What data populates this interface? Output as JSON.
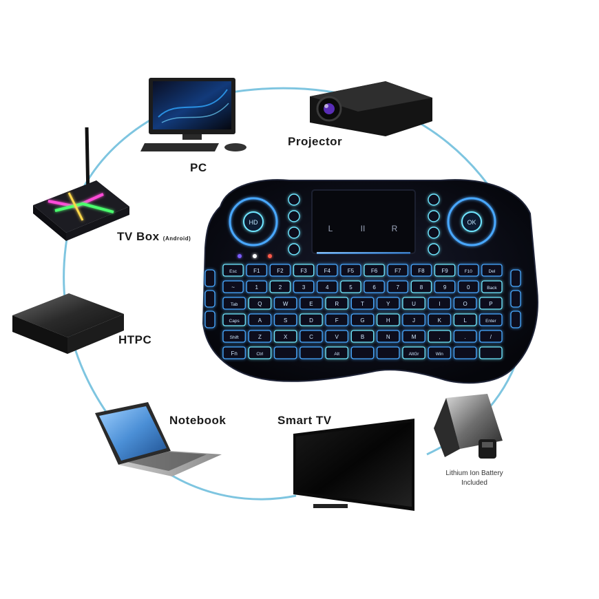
{
  "labels": {
    "pc": "PC",
    "projector": "Projector",
    "tv_box": "TV Box",
    "tv_box_sub": "(Android)",
    "htpc": "HTPC",
    "notebook": "Notebook",
    "smart_tv": "Smart TV",
    "battery_line1": "Lithium Ion Battery",
    "battery_line2": "Included"
  },
  "keyboard": {
    "top_left_dpad_center": "HD",
    "top_right_dpad_center": "OK",
    "touchpad_letters": [
      "L",
      "II",
      "R"
    ],
    "row1": [
      "Esc",
      "F1",
      "F2",
      "F3",
      "F4",
      "F5",
      "F6",
      "F7",
      "F8",
      "F9",
      "F10",
      "Del"
    ],
    "row2": [
      "~",
      "1",
      "2",
      "3",
      "4",
      "5",
      "6",
      "7",
      "8",
      "9",
      "0",
      "Back"
    ],
    "row3": [
      "Tab",
      "Q",
      "W",
      "E",
      "R",
      "T",
      "Y",
      "U",
      "I",
      "O",
      "P"
    ],
    "row4": [
      "Caps",
      "A",
      "S",
      "D",
      "F",
      "G",
      "H",
      "J",
      "K",
      "L",
      "Enter"
    ],
    "row5": [
      "Shift",
      "Z",
      "X",
      "C",
      "V",
      "B",
      "N",
      "M",
      ",",
      ".",
      "/"
    ],
    "row6": [
      "Fn",
      "Ctrl",
      "",
      "",
      "Alt",
      "",
      "",
      "AltGr",
      "Win",
      "",
      ""
    ]
  },
  "colors": {
    "circle_line": "#7ec5e0",
    "keyboard_body": "#0b0d14",
    "key_glow": "#4aa8ff",
    "key_glow_cyan": "#6fe6ff"
  }
}
